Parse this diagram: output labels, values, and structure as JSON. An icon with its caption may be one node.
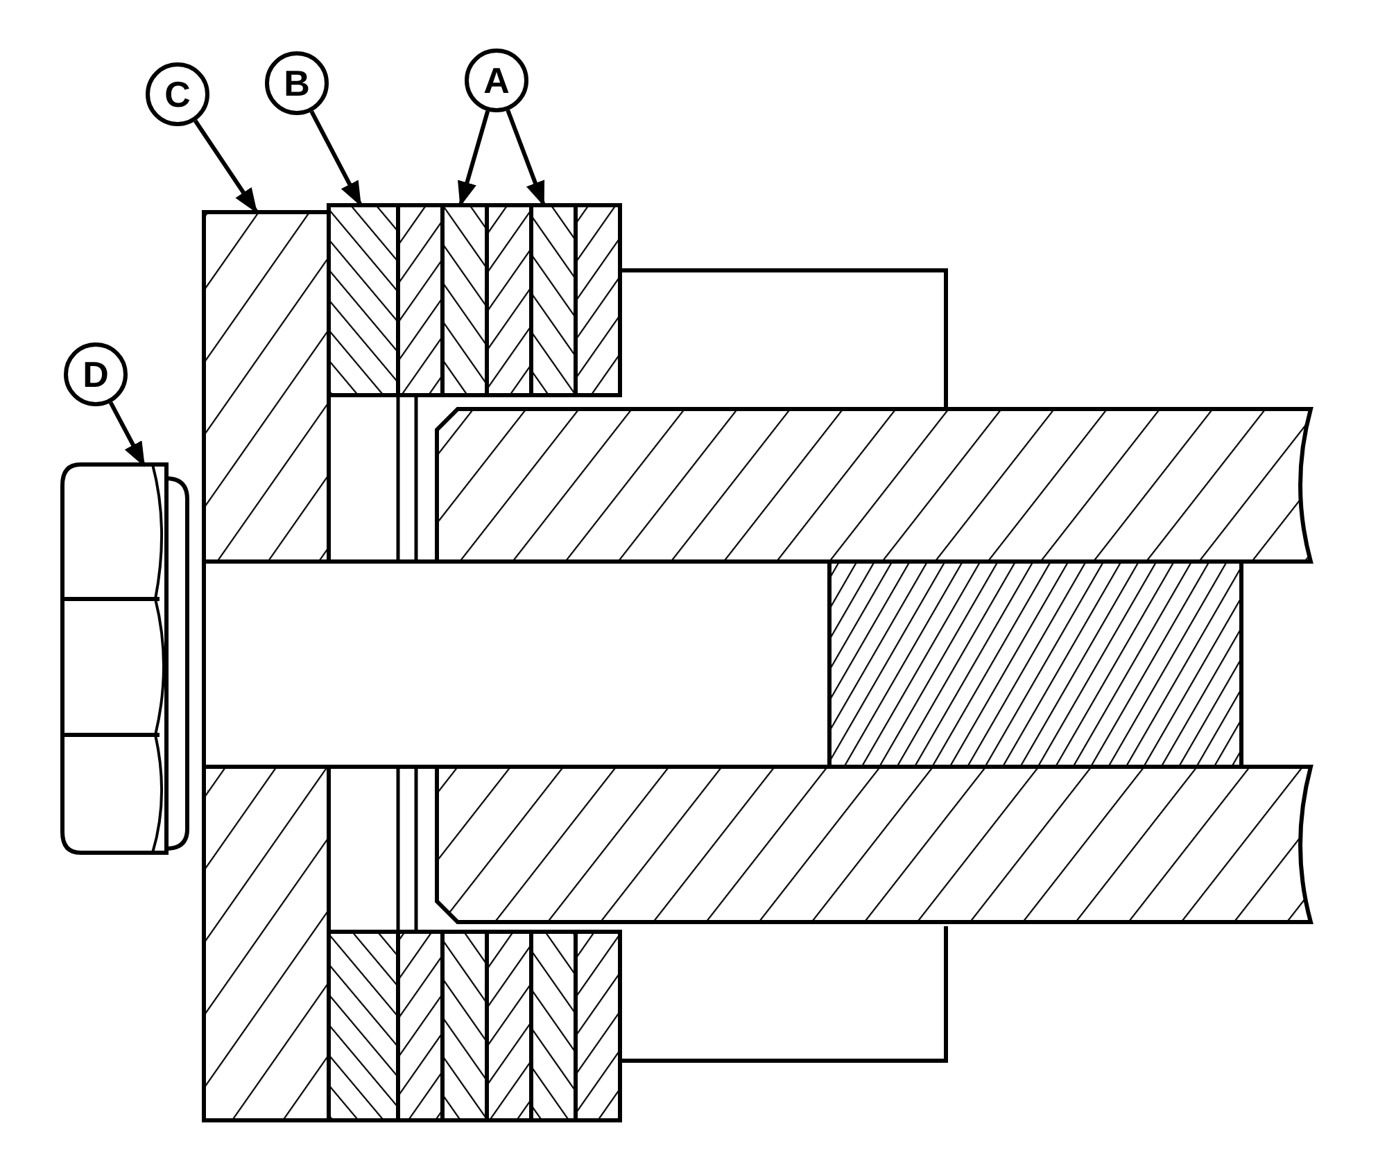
{
  "diagram": {
    "nodes": [
      {
        "text": [
          "C"
        ]
      },
      {
        "text": [
          "B"
        ]
      },
      {
        "text": [
          "A"
        ]
      },
      {
        "text": [
          "D"
        ]
      },
      {
        "text": [],
        "shape": "box"
      },
      {
        "text": [],
        "shape": "box"
      },
      {
        "text": [],
        "shape": "box"
      },
      {
        "text": [],
        "shape": "box"
      },
      {
        "text": [],
        "shape": "picture"
      }
    ],
    "edges": [
      {
        "from": 0,
        "to": 4,
        "arrow": "to"
      },
      {
        "from": 1,
        "to": 5,
        "arrow": "to"
      },
      {
        "from": 2,
        "to": 6,
        "arrow": "to"
      },
      {
        "from": 2,
        "to": 7,
        "arrow": "to"
      },
      {
        "from": 3,
        "to": 8,
        "arrow": "to"
      }
    ]
  }
}
